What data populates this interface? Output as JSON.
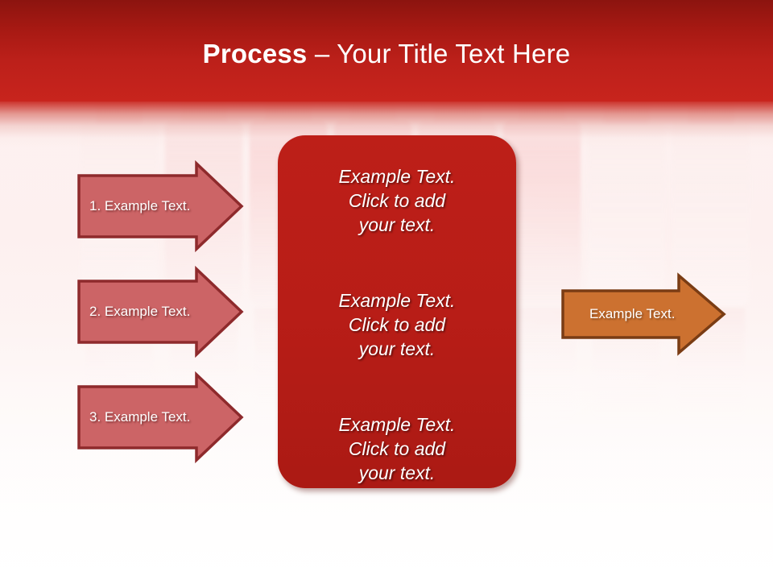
{
  "slide": {
    "title_strong": "Process",
    "title_light": " – Your Title Text Here",
    "background_note": "nail-polish-bottles-photo-faded"
  },
  "colors": {
    "header_top": "#8C140F",
    "header_bottom": "#C8241D",
    "panel_fill": "#BD1F18",
    "step_arrow_fill": "#CC6466",
    "step_arrow_border": "#8E2A2C",
    "output_arrow_fill": "#CC7130",
    "output_arrow_border": "#7A3C14",
    "text_on_dark": "#FFFFFF"
  },
  "steps": [
    {
      "label": "1. Example Text."
    },
    {
      "label": "2. Example Text."
    },
    {
      "label": "3. Example Text."
    }
  ],
  "panel": {
    "blocks": [
      {
        "text": "Example Text.\nClick  to add\nyour text."
      },
      {
        "text": "Example Text.\nClick  to add\nyour text."
      },
      {
        "text": "Example Text.\nClick  to add\nyour text."
      }
    ]
  },
  "output": {
    "label": "Example Text."
  }
}
